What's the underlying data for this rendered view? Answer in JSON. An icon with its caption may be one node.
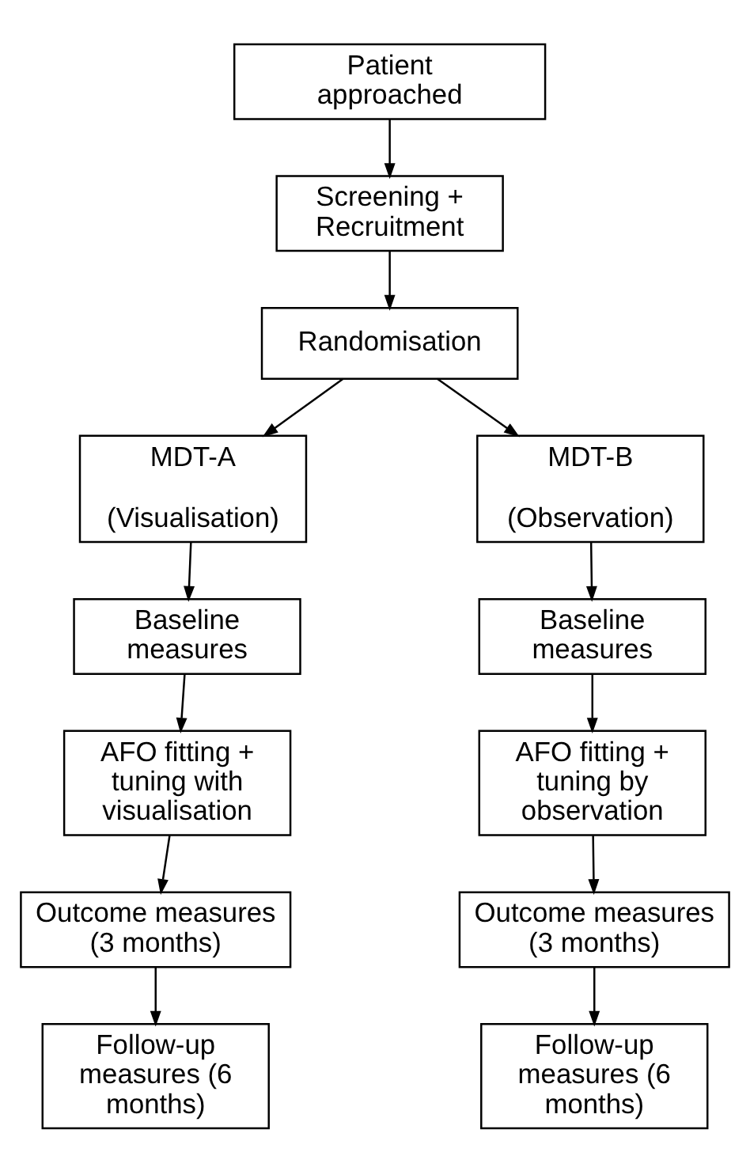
{
  "diagram": {
    "nodes": [
      {
        "text": [
          "Patient approached"
        ]
      },
      {
        "text": [
          "Screening + Recruitment"
        ]
      },
      {
        "text": [
          "Randomisation"
        ]
      },
      {
        "text": [
          "MDT-A",
          "(Visualisation)"
        ]
      },
      {
        "text": [
          "MDT-B",
          "(Observation)"
        ]
      },
      {
        "text": [
          "Baseline measures"
        ]
      },
      {
        "text": [
          "Baseline measures"
        ]
      },
      {
        "text": [
          "AFO fitting + tuning with visualisation"
        ]
      },
      {
        "text": [
          "AFO fitting + tuning by observation"
        ]
      },
      {
        "text": [
          "Outcome measures (3 months)"
        ]
      },
      {
        "text": [
          "Outcome measures (3 months)"
        ]
      },
      {
        "text": [
          "Follow-up measures (6 months)"
        ]
      },
      {
        "text": [
          "Follow-up measures (6 months)"
        ]
      }
    ],
    "edges": [
      {
        "from": 0,
        "to": 1,
        "arrow": "to"
      },
      {
        "from": 1,
        "to": 2,
        "arrow": "to"
      },
      {
        "from": 2,
        "to": 3,
        "arrow": "to"
      },
      {
        "from": 2,
        "to": 4,
        "arrow": "to"
      },
      {
        "from": 3,
        "to": 5,
        "arrow": "to"
      },
      {
        "from": 4,
        "to": 6,
        "arrow": "to"
      },
      {
        "from": 5,
        "to": 7,
        "arrow": "to"
      },
      {
        "from": 6,
        "to": 8,
        "arrow": "to"
      },
      {
        "from": 7,
        "to": 9,
        "arrow": "to"
      },
      {
        "from": 8,
        "to": 10,
        "arrow": "to"
      },
      {
        "from": 9,
        "to": 11,
        "arrow": "to"
      },
      {
        "from": 10,
        "to": 12,
        "arrow": "to"
      }
    ]
  }
}
